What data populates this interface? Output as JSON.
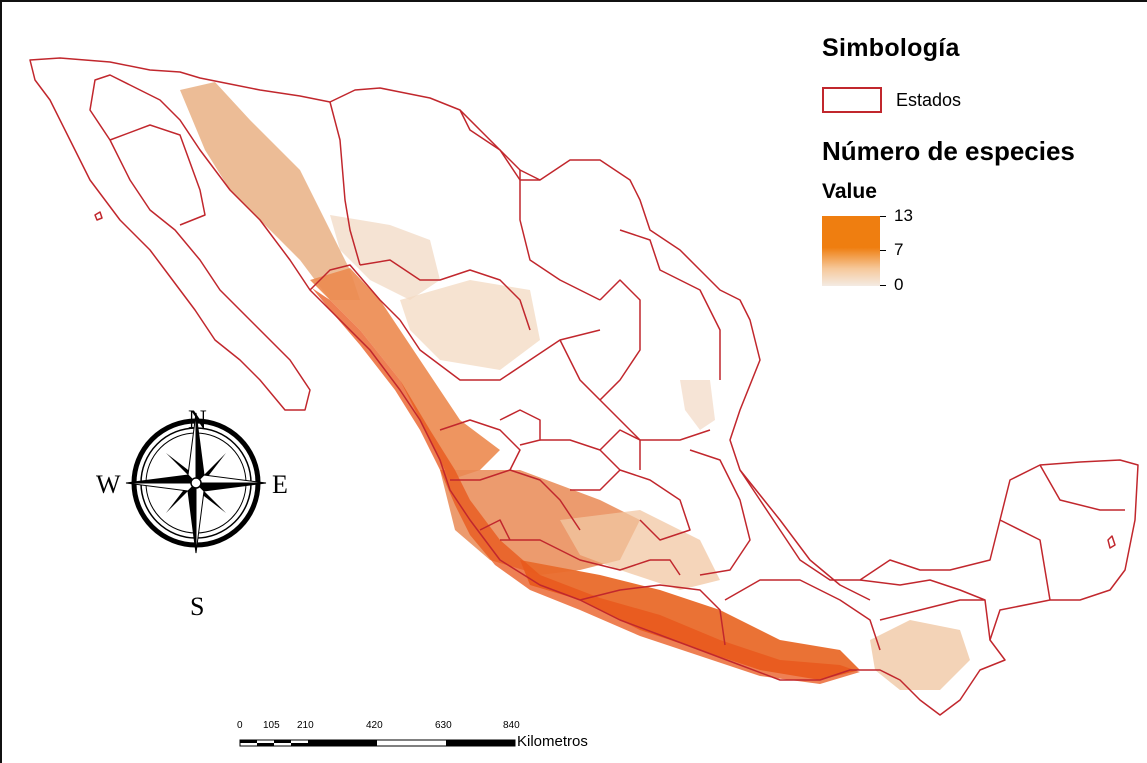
{
  "legend": {
    "title": "Simbología",
    "estados_label": "Estados",
    "subtitle": "Número de especies",
    "value_label": "Value",
    "ramp": {
      "max": "13",
      "mid": "7",
      "min": "0",
      "color_high": "#ef7e10",
      "color_low": "#f4ebe3"
    }
  },
  "compass": {
    "north": "N",
    "south": "S",
    "east": "E",
    "west": "W"
  },
  "scale_bar": {
    "ticks": [
      "0",
      "105",
      "210",
      "420",
      "630",
      "840"
    ],
    "unit": "Kilometros"
  },
  "map": {
    "boundary_color": "#c1272d",
    "highlight_color": "#e8561a"
  }
}
